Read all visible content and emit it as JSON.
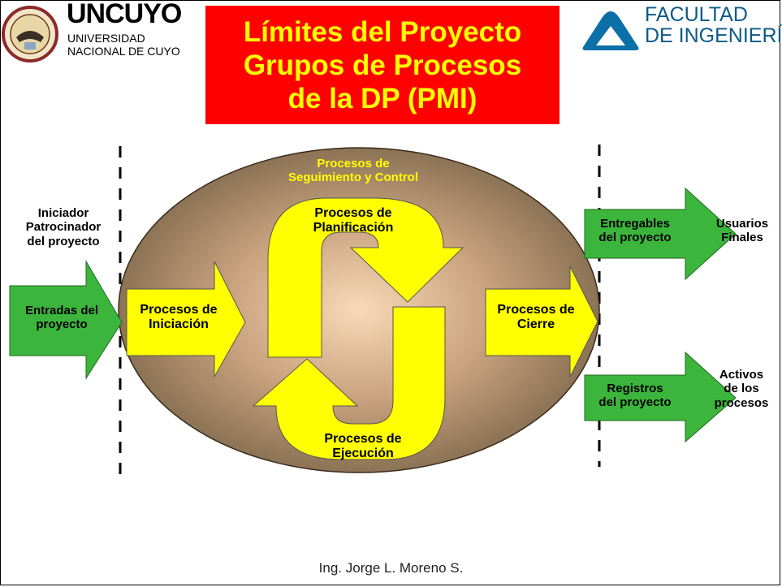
{
  "header": {
    "left_logo": {
      "name": "UNCUYO",
      "subtitle_line1": "UNIVERSIDAD",
      "subtitle_line2": "NACIONAL DE CUYO",
      "icon": "university-seal-icon"
    },
    "right_logo": {
      "line1": "FACULTAD",
      "line2": "DE INGENIERÍA",
      "icon": "faculty-triangle-logo-icon",
      "color": "#0b6fa8"
    },
    "title": {
      "line1": "Límites del Proyecto",
      "line2": "Grupos de Procesos",
      "line3": "de la DP (PMI)",
      "bg_color": "#ff0000",
      "text_color": "#ffff00"
    }
  },
  "diagram": {
    "left_actor": {
      "line1": "Iniciador",
      "line2": "Patrocinador",
      "line3": "del proyecto"
    },
    "input_arrow": {
      "line1": "Entradas del",
      "line2": "proyecto"
    },
    "monitoring": {
      "line1": "Procesos de",
      "line2": "Seguimiento y Control"
    },
    "initiation": {
      "line1": "Procesos de",
      "line2": "Iniciación"
    },
    "planning": {
      "line1": "Procesos de",
      "line2": "Planificación"
    },
    "execution": {
      "line1": "Procesos de",
      "line2": "Ejecución"
    },
    "closing": {
      "line1": "Procesos de",
      "line2": "Cierre"
    },
    "deliverables_arrow": {
      "line1": "Entregables",
      "line2": "del proyecto"
    },
    "final_users": {
      "line1": "Usuarios",
      "line2": "Finales"
    },
    "records_arrow": {
      "line1": "Registros",
      "line2": "del proyecto"
    },
    "process_assets": {
      "line1": "Activos",
      "line2": "de los",
      "line3": "procesos"
    },
    "colors": {
      "green_arrow": "#3cb53c",
      "yellow_arrow": "#ffff00",
      "ellipse_edge": "#8b7355",
      "ellipse_center": "#f3cda7"
    }
  },
  "footer": {
    "credit": "Ing. Jorge L. Moreno S."
  }
}
